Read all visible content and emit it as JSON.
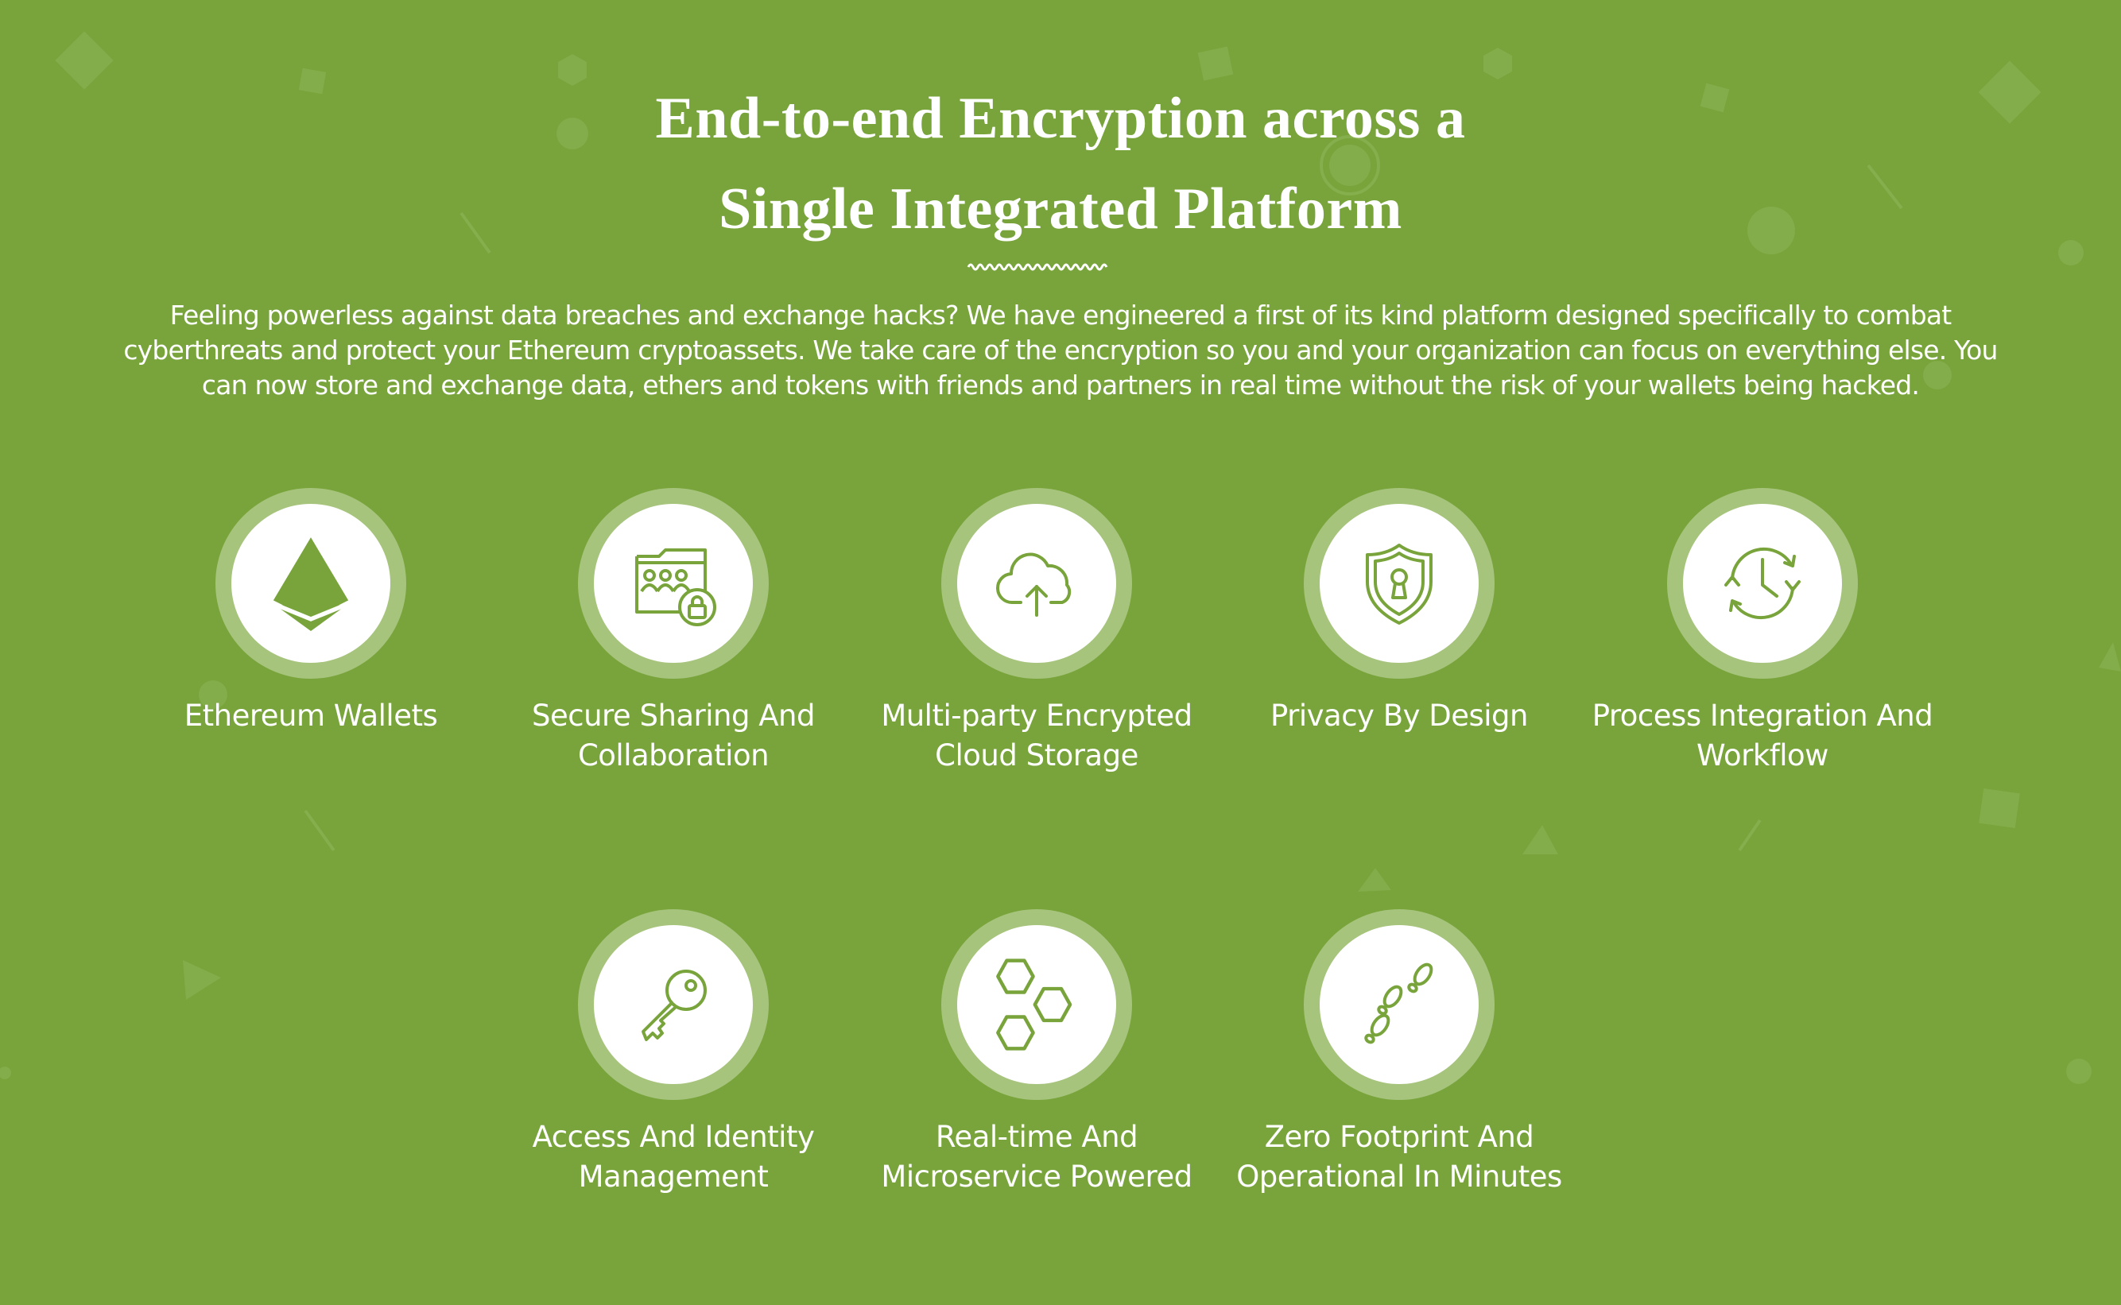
{
  "section": {
    "title_line1": "End-to-end Encryption across a",
    "title_line2": "Single Integrated Platform",
    "intro": "Feeling powerless against data breaches and exchange hacks? We have engineered a first of its kind platform designed specifically to combat cyberthreats and protect your Ethereum cryptoassets. We take care of the encryption so you and your organization can focus on everything else. You can now store and exchange data, ethers and tokens with friends and partners in real time without the risk of your wallets being hacked."
  },
  "colors": {
    "background": "#78a43b",
    "ring": "#a6c47c",
    "icon": "#78a43b",
    "text": "#ffffff"
  },
  "features": [
    {
      "label_line1": "Ethereum Wallets",
      "label_line2": "",
      "icon": "ethereum-icon"
    },
    {
      "label_line1": "Secure Sharing And",
      "label_line2": "Collaboration",
      "icon": "shared-folder-lock-icon"
    },
    {
      "label_line1": "Multi-party Encrypted",
      "label_line2": "Cloud Storage",
      "icon": "cloud-upload-icon"
    },
    {
      "label_line1": "Privacy By Design",
      "label_line2": "",
      "icon": "shield-keyhole-icon"
    },
    {
      "label_line1": "Process Integration And",
      "label_line2": "Workflow",
      "icon": "clock-cycle-icon"
    },
    {
      "label_line1": "Access And Identity",
      "label_line2": "Management",
      "icon": "key-icon"
    },
    {
      "label_line1": "Real-time And",
      "label_line2": "Microservice Powered",
      "icon": "hexagons-icon"
    },
    {
      "label_line1": "Zero Footprint And",
      "label_line2": "Operational In Minutes",
      "icon": "footprints-icon"
    }
  ]
}
